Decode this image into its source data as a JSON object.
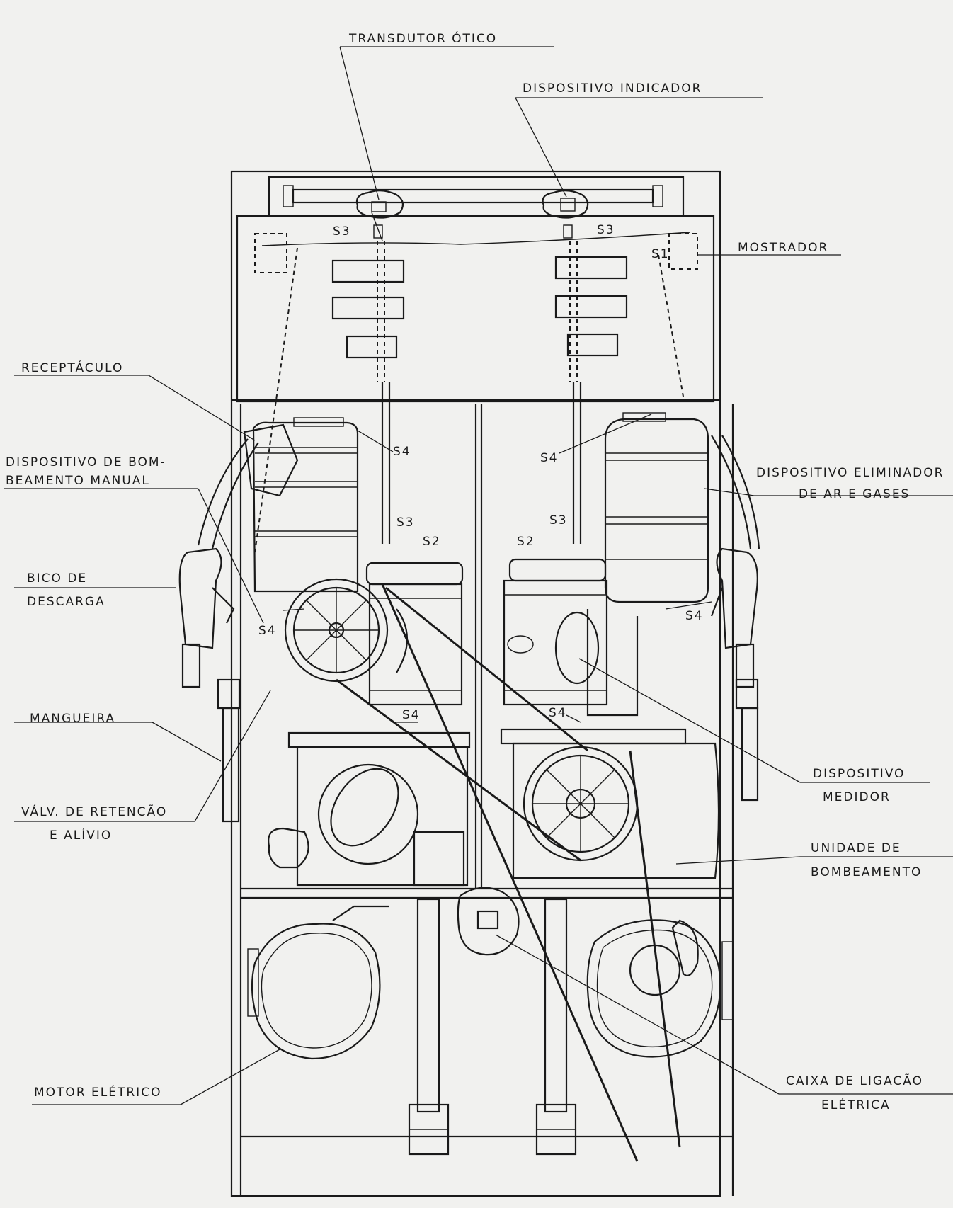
{
  "labels": {
    "transdutor": "TRANSDUTOR ÓTICO",
    "indicador": "DISPOSITIVO INDICADOR",
    "mostrador": "MOSTRADOR",
    "receptaculo": "RECEPTÁCULO",
    "bombeamento_manual_1": "DISPOSITIVO DE BOM-",
    "bombeamento_manual_2": "BEAMENTO MANUAL",
    "eliminador_1": "DISPOSITIVO ELIMINADOR",
    "eliminador_2": "DE AR E GASES",
    "bico_1": "BICO DE",
    "bico_2": "DESCARGA",
    "mangueira": "MANGUEIRA",
    "medidor_1": "DISPOSITIVO",
    "medidor_2": "MEDIDOR",
    "valvula_1": "VÁLV. DE RETENCÃO",
    "valvula_2": "E ALÍVIO",
    "unidade_1": "UNIDADE DE",
    "unidade_2": "BOMBEAMENTO",
    "motor": "MOTOR ELÉTRICO",
    "caixa_1": "CAIXA DE LIGACÃO",
    "caixa_2": "ELÉTRICA"
  },
  "switches": {
    "s1": "S1",
    "s2": "S2",
    "s3": "S3",
    "s4": "S4"
  }
}
